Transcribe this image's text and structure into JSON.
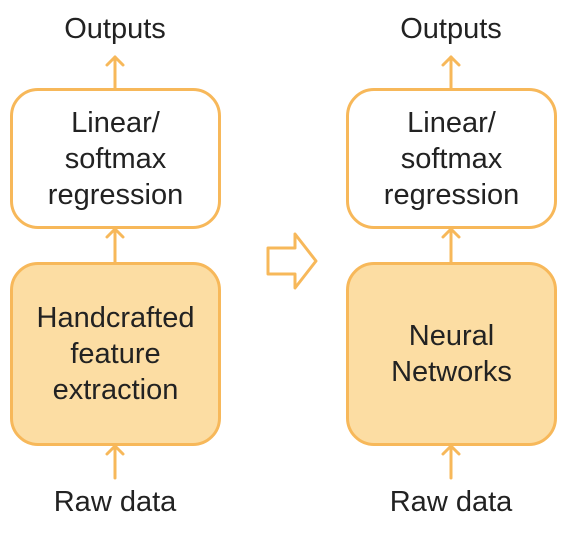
{
  "left_panel": {
    "outputs": "Outputs",
    "top_box": {
      "lines": [
        "Linear/",
        "softmax",
        "regression"
      ]
    },
    "bottom_box": {
      "lines": [
        "Handcrafted",
        "feature",
        "extraction"
      ]
    },
    "input": "Raw data"
  },
  "right_panel": {
    "outputs": "Outputs",
    "top_box": {
      "lines": [
        "Linear/",
        "softmax",
        "regression"
      ]
    },
    "bottom_box": {
      "lines": [
        "Neural",
        "Networks"
      ]
    },
    "input": "Raw data"
  },
  "colors": {
    "accent": "#f7b85a",
    "fill": "#fcdda3",
    "text": "#222222"
  },
  "icons": {
    "connector": "up-arrow-icon",
    "transition": "right-arrow-icon"
  }
}
